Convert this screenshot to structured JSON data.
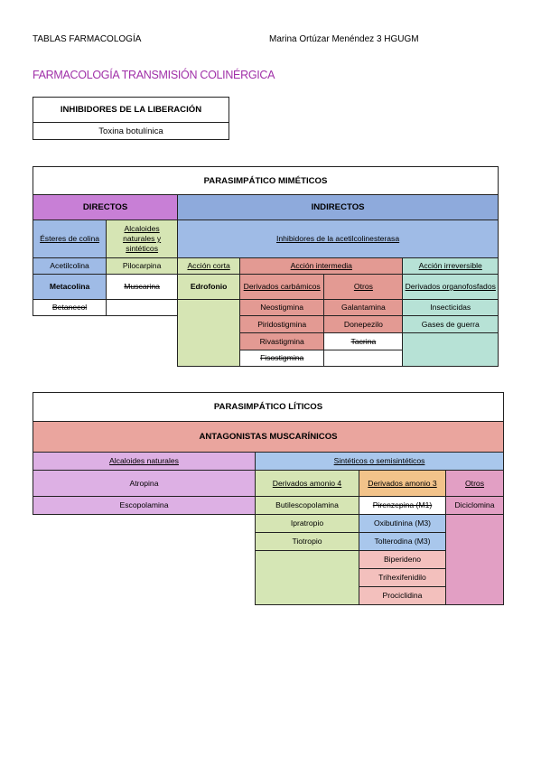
{
  "header": {
    "left": "TABLAS FARMACOLOGÍA",
    "right": "Marina Ortúzar Menéndez 3 HGUGM"
  },
  "title": "FARMACOLOGÍA TRANSMISIÓN COLINÉRGICA",
  "liberacion": {
    "heading": "INHIBIDORES DE LA LIBERACIÓN",
    "item": "Toxina botulínica"
  },
  "mimeticos": {
    "heading": "PARASIMPÁTICO MIMÉTICOS",
    "directos": "DIRECTOS",
    "indirectos": "INDIRECTOS",
    "esteres": "Ésteres de colina",
    "alcaloides": "Alcaloides naturales y sintéticos",
    "inhibidores": "Inhibidores de la acetilcolinesterasa",
    "acetilcolina": "Acetilcolina",
    "pilocarpina": "Pilocarpina",
    "accion_corta": "Acción corta",
    "accion_intermedia": "Acción intermedia",
    "accion_irreversible": "Acción irreversible",
    "metacolina": "Metacolina",
    "muscarina": "Muscarina",
    "edrofonio": "Edrofonio",
    "carbamicos": "Derivados carbámicos",
    "otros": "Otros",
    "organofosfados": "Derivados organofosfados",
    "betanecol": "Betanecol",
    "neostigmina": "Neostigmina",
    "galantamina": "Galantamina",
    "insecticidas": "Insecticidas",
    "piridostigmina": "Piridostigmina",
    "donepezilo": "Donepezilo",
    "gases": "Gases de guerra",
    "rivastigmina": "Rivastigmina",
    "tacrina": "Tacrina",
    "fisostigmina": "Fisostigmina"
  },
  "liticos": {
    "heading": "PARASIMPÁTICO LÍTICOS",
    "antagonistas": "ANTAGONISTAS MUSCARÍNICOS",
    "alcaloides": "Alcaloides naturales",
    "sinteticos": "Sintéticos o semisintéticos",
    "atropina": "Atropina",
    "amonio4": "Derivados amonio 4",
    "amonio3": "Derivados amonio 3",
    "otros": "Otros",
    "escopolamina": "Escopolamina",
    "butilescopolamina": "Butilescopolamina",
    "pirenzepina": "Pirenzepina (M1)",
    "diciclomina": "Diciclomina",
    "ipratropio": "Ipratropio",
    "oxibutinina": "Oxibutinina (M3)",
    "tiotropio": "Tiotropio",
    "tolterodina": "Tolterodina (M3)",
    "biperideno": "Biperideno",
    "trihexifenidilo": "Trihexifenidilo",
    "prociclidina": "Prociclidina"
  }
}
